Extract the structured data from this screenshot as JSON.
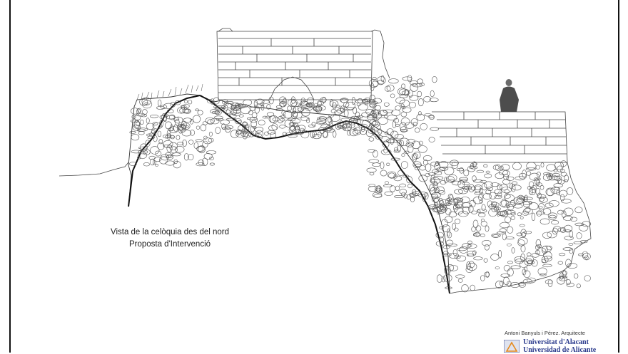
{
  "caption": {
    "line1": "Vista de la celòquia des del nord",
    "line2": "Proposta d'Intervenció"
  },
  "credit": "Antoni Banyuls i Pérez. Arquitecte",
  "logo": {
    "line1": "Universitat d'Alacant",
    "line2": "Universidad de Alicante"
  },
  "colors": {
    "ink": "#222222",
    "logo_blue": "#2a3a8c",
    "logo_orange": "#e58a1f"
  }
}
